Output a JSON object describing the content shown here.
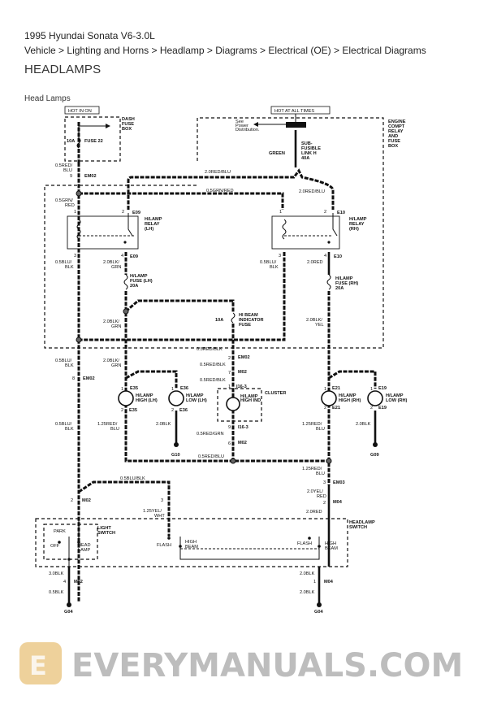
{
  "header": {
    "vehicle": "1995 Hyundai Sonata V6-3.0L",
    "breadcrumb": [
      "Vehicle",
      "Lighting and Horns",
      "Headlamp",
      "Diagrams",
      "Electrical (OE)",
      "Electrical Diagrams"
    ],
    "separator": ">",
    "title": "HEADLAMPS",
    "subtitle": "Head Lamps"
  },
  "diagram": {
    "hot_in_on": "HOT IN ON",
    "hot_at_all_times": "HOT AT ALL TIMES",
    "dash_fuse_box": [
      "DASH",
      "FUSE",
      "BOX"
    ],
    "fuse22": "FUSE 22",
    "fuse22_amp": "10A",
    "see_power": [
      "See",
      "Power",
      "Distribution."
    ],
    "engine_box": [
      "ENGINE",
      "COMPT",
      "RELAY",
      "AND",
      "FUSE",
      "BOX"
    ],
    "green": "GREEN",
    "sub_fusible": [
      "SUB-",
      "FUSIBLE",
      "LINK H",
      "40A"
    ],
    "w_05red_blu": [
      "0.5RED/",
      "BLU"
    ],
    "em02": "EM02",
    "m02": "M02",
    "m04": "M04",
    "em03": "EM03",
    "e09": "E09",
    "e10": "E10",
    "w_20red_blu": "2.0RED/BLU",
    "w_05grn_red": "0.5GRN/RED",
    "w_05grn_red_v": [
      "0.5GRN/",
      "RED"
    ],
    "relay_lh": [
      "H/LAMP",
      "RELAY",
      "(LH)"
    ],
    "relay_rh": [
      "H/LAMP",
      "RELAY",
      "(RH)"
    ],
    "w_05blu_blk": [
      "0.5BLU/",
      "BLK"
    ],
    "w_20blk_grn": [
      "2.0BLK/",
      "GRN"
    ],
    "w_20red": "2.0RED",
    "fuse_lh": [
      "H/LAMP",
      "FUSE (LH)",
      "20A"
    ],
    "fuse_rh": [
      "H/LAMP",
      "FUSE (RH)",
      "20A"
    ],
    "hibeam_fuse": [
      "HI BEAM",
      "INDICATOR",
      "FUSE"
    ],
    "hibeam_amp": "10A",
    "w_20blk_yel": [
      "2.0BLK/",
      "YEL"
    ],
    "w_05red_blk": "0.5RED/BLK",
    "i16_3": "I16-3",
    "cluster": "CLUSTER",
    "hibeam_ind": [
      "H/LAMP",
      "HIGH IND"
    ],
    "w_05red_grn": "0.5RED/GRN",
    "w_05red_blu_h": "0.5RED/BLU",
    "e35": "E35",
    "e36": "E36",
    "e21": "E21",
    "e19": "E19",
    "lamp_high_lh": [
      "H/LAMP",
      "HIGH (LH)"
    ],
    "lamp_low_lh": [
      "H/LAMP",
      "LOW (LH)"
    ],
    "lamp_high_rh": [
      "H/LAMP",
      "HIGH (RH)"
    ],
    "lamp_low_rh": [
      "H/LAMP",
      "LOW (RH)"
    ],
    "w_125red_blu": [
      "1.25RED/",
      "BLU"
    ],
    "w_20blk": "2.0BLK",
    "g10": "G10",
    "g09": "G09",
    "g04": "G04",
    "w_05blu_blk_h": "0.5BLU/BLK",
    "w_125yel_wht": [
      "1.25YEL/",
      "WHT"
    ],
    "w_20yel_red": [
      "2.0YEL/",
      "RED"
    ],
    "headlamp_switch": [
      "HEADLAMP",
      "SWITCH"
    ],
    "light_switch": [
      "LIGHT",
      "SWITCH"
    ],
    "park": "PARK",
    "off": "OFF",
    "head_lamp": [
      "HEAD",
      "LAMP"
    ],
    "flash": "FLASH",
    "high_beam": [
      "HIGH",
      "BEAM"
    ],
    "w_30blk": "3.0BLK",
    "w_05blk": "0.5BLK",
    "pins": [
      "1",
      "2",
      "3",
      "4",
      "5",
      "6",
      "7",
      "8",
      "9"
    ]
  },
  "watermark": "EVERYMANUALS.COM"
}
